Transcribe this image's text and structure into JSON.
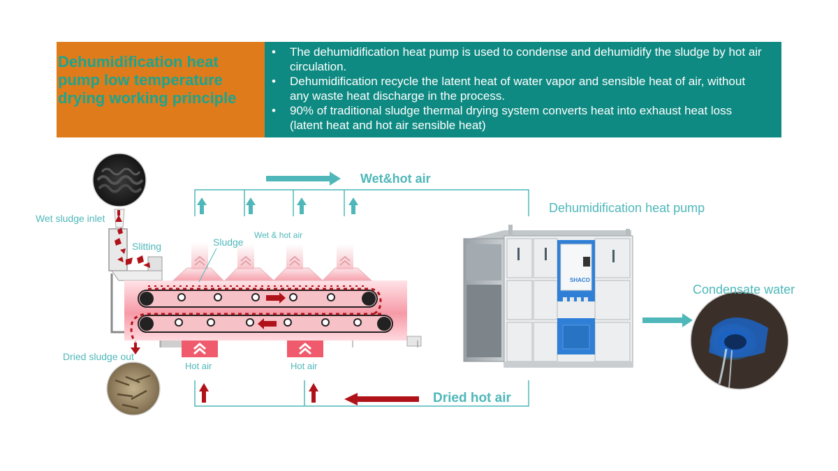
{
  "banner": {
    "title": "Dehumidification heat pump low temperature drying working principle",
    "bullets": [
      "The dehumidification heat pump is used to condense and dehumidify the sludge by hot air circulation.",
      "Dehumidification recycle the latent heat of water vapor and sensible heat of air, without any waste heat discharge in the process.",
      "90% of traditional sludge thermal drying system converts heat into exhaust heat loss (latent heat and hot air sensible heat)"
    ]
  },
  "diagram": {
    "wet_hot_air_top": "Wet&hot air",
    "heat_pump": "Dehumidification heat pump",
    "wet_sludge_inlet": "Wet sludge inlet",
    "slitting": "Slitting",
    "sludge": "Sludge",
    "wet_hot_air_small": "Wet & hot air",
    "condensate_water": "Condensate water",
    "dried_sludge_out": "Dried sludge out",
    "hot_air_1": "Hot air",
    "hot_air_2": "Hot air",
    "dried_hot_air": "Dried hot air",
    "unit_brand": "SHACO"
  },
  "colors": {
    "banner_orange": "#e07b1c",
    "banner_teal": "#0e8a82",
    "title_green": "#1aa58e",
    "diagram_teal": "#4fb7b9",
    "hot_red": "#b0121a",
    "dryer_pink": "#f28a99"
  }
}
